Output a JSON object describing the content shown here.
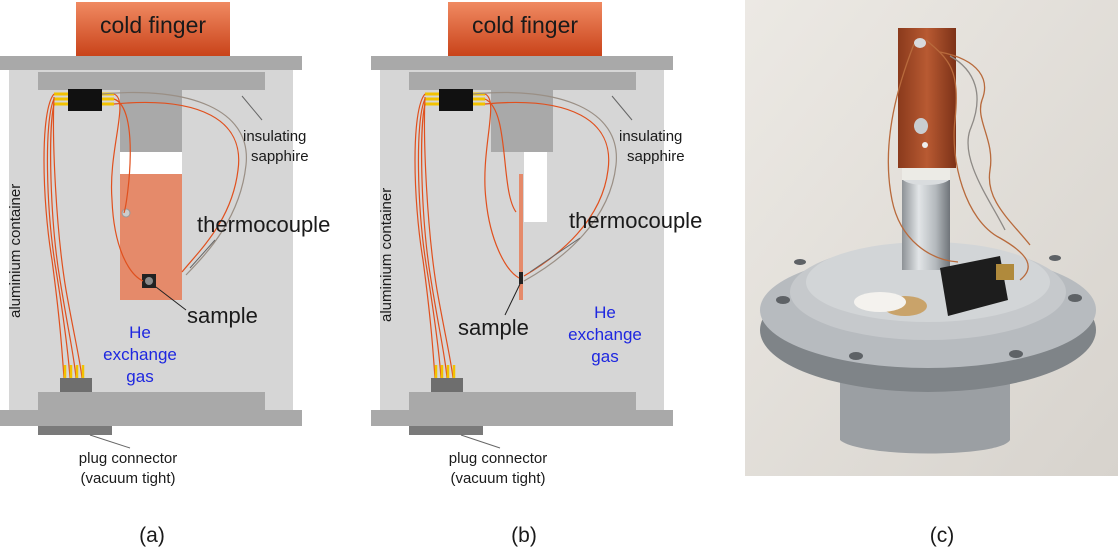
{
  "panel_a": {
    "cold_finger": "cold finger",
    "container_label": "aluminium container",
    "sapphire_line1": "insulating",
    "sapphire_line2": "sapphire",
    "thermocouple": "thermocouple",
    "sample": "sample",
    "he_line1": "He",
    "he_line2": "exchange",
    "he_line3": "gas",
    "plug_line1": "plug connector",
    "plug_line2": "(vacuum tight)",
    "caption": "(a)"
  },
  "panel_b": {
    "cold_finger": "cold finger",
    "container_label": "aluminium container",
    "sapphire_line1": "insulating",
    "sapphire_line2": "sapphire",
    "thermocouple": "thermocouple",
    "sample": "sample",
    "he_line1": "He",
    "he_line2": "exchange",
    "he_line3": "gas",
    "plug_line1": "plug connector",
    "plug_line2": "(vacuum tight)",
    "caption": "(b)"
  },
  "panel_c": {
    "caption": "(c)"
  },
  "colors": {
    "cold_finger": "#d9562a",
    "container": "#d6d6d6",
    "plate": "#a9a9a9",
    "sample_block": "#e58a6a",
    "wire": "#e0501e",
    "he_text": "#1e27e0"
  }
}
